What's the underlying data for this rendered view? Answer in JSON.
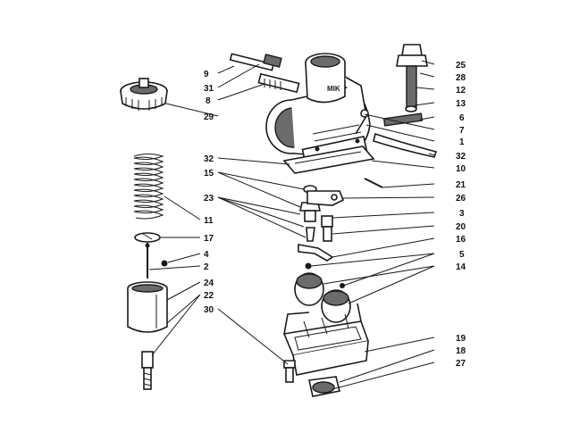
{
  "labels": {
    "p25": "25",
    "p28": "28",
    "p12": "12",
    "p13": "13",
    "p6": "6",
    "p7": "7",
    "p1": "1",
    "p32a": "32",
    "p10": "10",
    "p21": "21",
    "p26": "26",
    "p3": "3",
    "p20": "20",
    "p16": "16",
    "p5": "5",
    "p14": "14",
    "p19": "19",
    "p18": "18",
    "p27": "27",
    "p9": "9",
    "p31": "31",
    "p8": "8",
    "p29": "29",
    "p32b": "32",
    "p15": "15",
    "p23": "23",
    "p11": "11",
    "p17": "17",
    "p4": "4",
    "p2": "2",
    "p24": "24",
    "p22": "22",
    "p30": "30"
  },
  "body_stamp": "MIK"
}
